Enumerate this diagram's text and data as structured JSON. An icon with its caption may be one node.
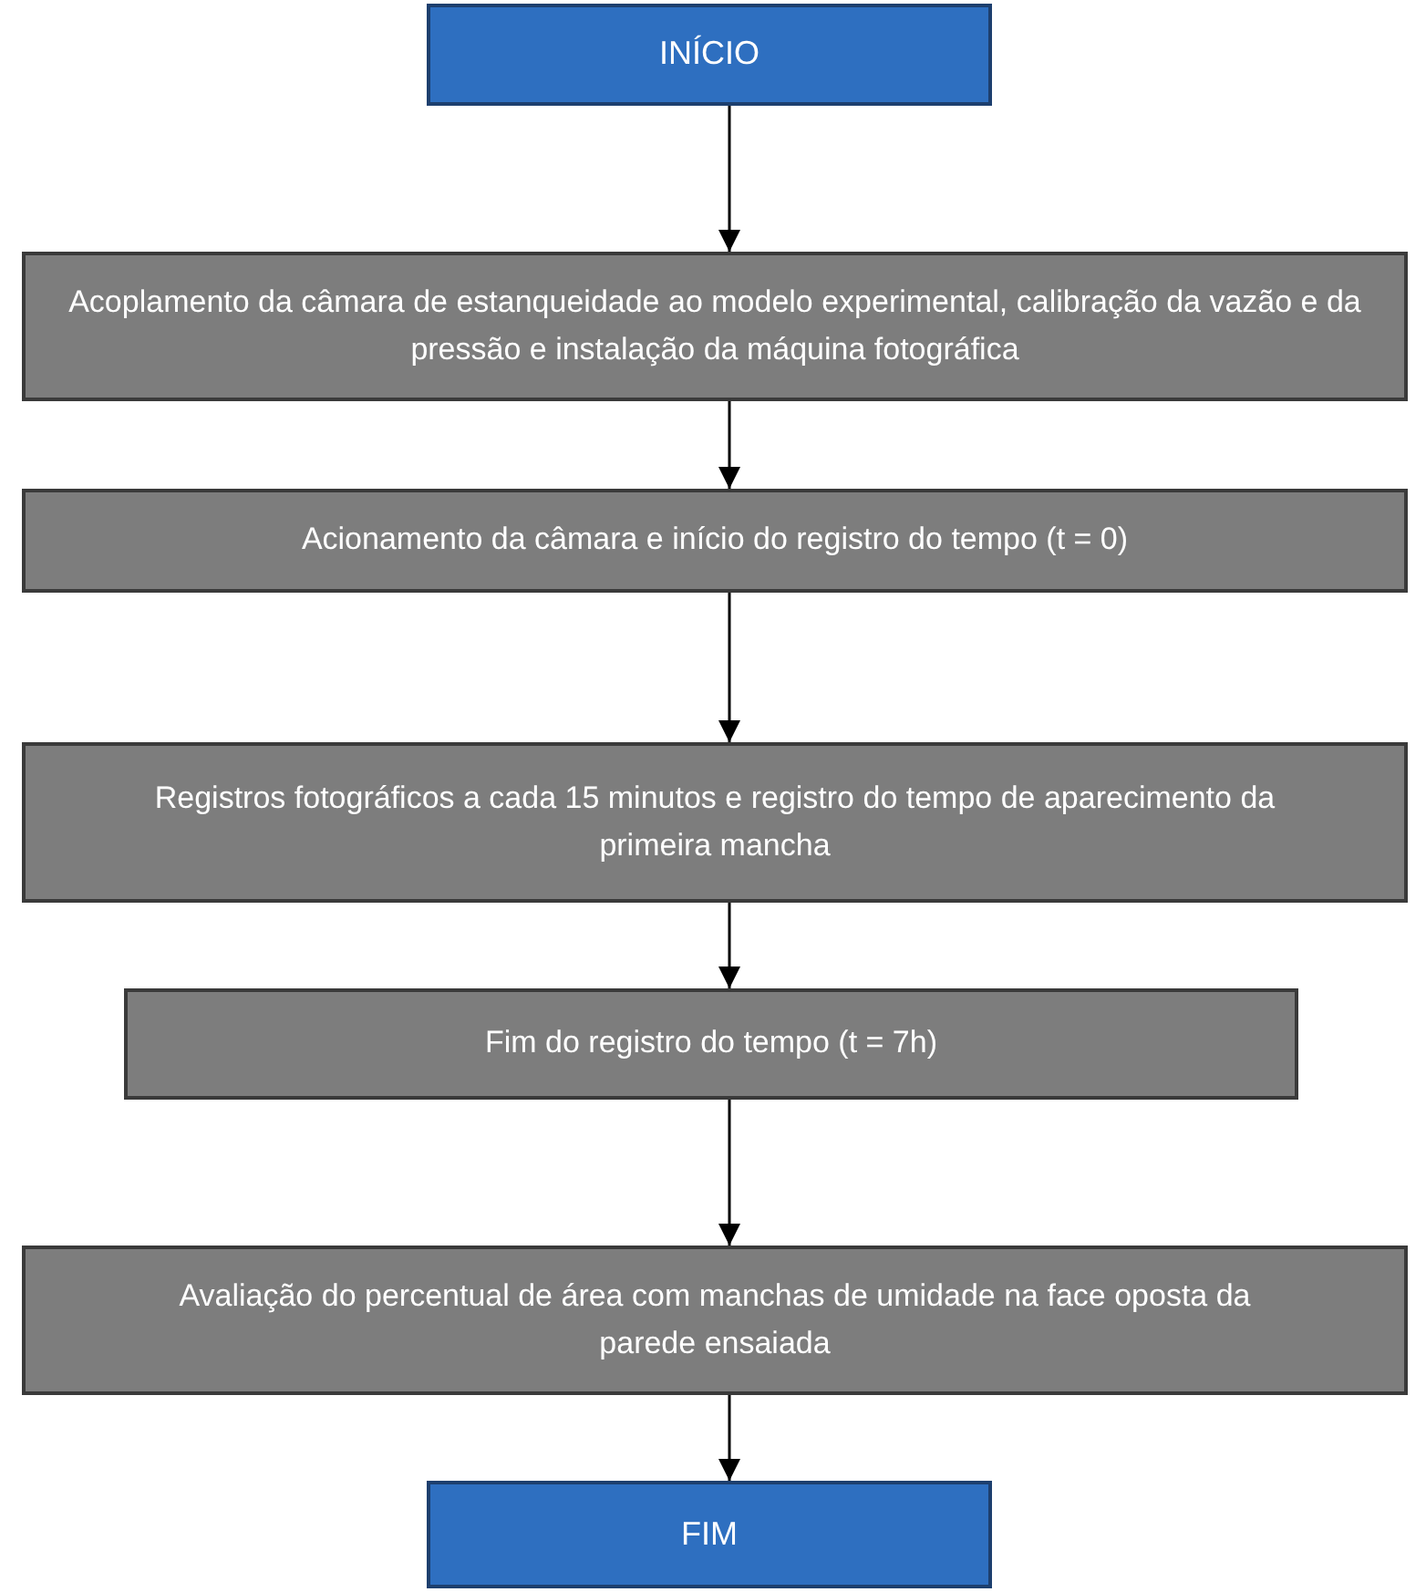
{
  "diagram": {
    "nodes": [
      {
        "text": [
          "INÍCIO"
        ]
      },
      {
        "text": [
          "Acoplamento da câmara de estanqueidade ao modelo experimental, calibração da vazão e da pressão e instalação da máquina fotográfica"
        ]
      },
      {
        "text": [
          "Acionamento da câmara e início do registro do tempo (t = 0)"
        ]
      },
      {
        "text": [
          "Registros fotográficos a cada 15 minutos e registro do tempo de aparecimento da primeira mancha"
        ]
      },
      {
        "text": [
          "Fim do registro do tempo (t = 7h)"
        ]
      },
      {
        "text": [
          "Avaliação do percentual de área com manchas de umidade na face oposta da parede ensaiada"
        ]
      },
      {
        "text": [
          "FIM"
        ]
      }
    ],
    "edges": [
      {
        "from": 0,
        "to": 1,
        "arrow": "to"
      },
      {
        "from": 1,
        "to": 2,
        "arrow": "to"
      },
      {
        "from": 2,
        "to": 3,
        "arrow": "to"
      },
      {
        "from": 3,
        "to": 4,
        "arrow": "to"
      },
      {
        "from": 4,
        "to": 5,
        "arrow": "to"
      },
      {
        "from": 5,
        "to": 6,
        "arrow": "to"
      }
    ]
  }
}
